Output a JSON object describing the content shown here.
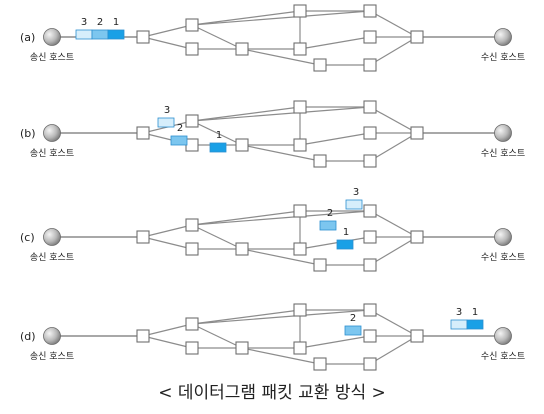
{
  "caption": "< 데이터그램 패킷 교환 방식 >",
  "host_labels": {
    "sender": "송신 호스트",
    "receiver": "수신 호스트"
  },
  "colors": {
    "link": "#8c8c8c",
    "node_fill": "#ffffff",
    "node_stroke": "#6f6f6f",
    "packet_1": "#1aa0e6",
    "packet_2": "#7cc6ef",
    "packet_3": "#d6eefb",
    "packet_stroke": "#2b8fd0"
  },
  "panels": [
    {
      "label": "(a)",
      "packets": [
        {
          "number": "3",
          "position": "sender"
        },
        {
          "number": "2",
          "position": "sender"
        },
        {
          "number": "1",
          "position": "sender"
        }
      ]
    },
    {
      "label": "(b)",
      "packets": [
        {
          "number": "3",
          "position": "between sender and first node"
        },
        {
          "number": "2",
          "position": "after first node"
        },
        {
          "number": "1",
          "position": "near lower node"
        }
      ]
    },
    {
      "label": "(c)",
      "packets": [
        {
          "number": "3",
          "position": "upper route near right"
        },
        {
          "number": "2",
          "position": "middle route"
        },
        {
          "number": "1",
          "position": "lower route"
        }
      ]
    },
    {
      "label": "(d)",
      "packets": [
        {
          "number": "2",
          "position": "near right nodes"
        },
        {
          "number": "3",
          "position": "receiver"
        },
        {
          "number": "1",
          "position": "receiver"
        }
      ]
    }
  ]
}
